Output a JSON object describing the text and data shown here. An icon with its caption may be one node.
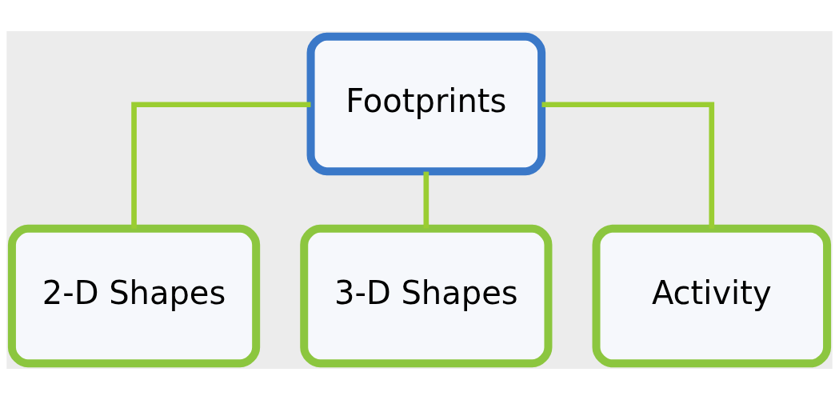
{
  "diagram": {
    "nodes": [
      {
        "text": [
          "Footprints"
        ]
      },
      {
        "text": [
          "2-D Shapes"
        ]
      },
      {
        "text": [
          "3-D Shapes"
        ]
      },
      {
        "text": [
          "Activity"
        ]
      }
    ],
    "edges": [
      {
        "from": 0,
        "to": 1,
        "arrow": "none"
      },
      {
        "from": 0,
        "to": 2,
        "arrow": "none"
      },
      {
        "from": 0,
        "to": 3,
        "arrow": "none"
      }
    ]
  }
}
